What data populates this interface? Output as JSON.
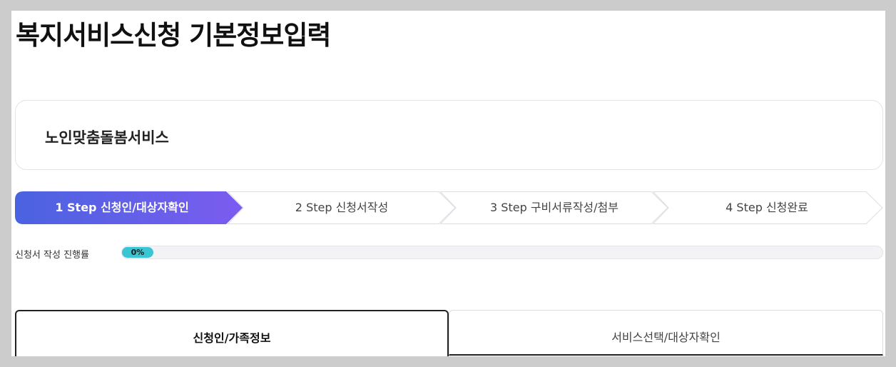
{
  "page": {
    "title": "복지서비스신청 기본정보입력"
  },
  "service": {
    "name": "노인맞춤돌봄서비스"
  },
  "steps": [
    {
      "label": "1 Step 신청인/대상자확인",
      "active": true
    },
    {
      "label": "2 Step 신청서작성",
      "active": false
    },
    {
      "label": "3 Step 구비서류작성/첨부",
      "active": false
    },
    {
      "label": "4 Step 신청완료",
      "active": false
    }
  ],
  "progress": {
    "label": "신청서 작성 진행률",
    "value_text": "0%",
    "percent": 0
  },
  "tabs": [
    {
      "label": "신청인/가족정보",
      "active": true
    },
    {
      "label": "서비스선택/대상자확인",
      "active": false
    }
  ],
  "colors": {
    "step_active_start": "#4a63e0",
    "step_active_end": "#7b5cf0",
    "progress_fill": "#39c5d4"
  }
}
